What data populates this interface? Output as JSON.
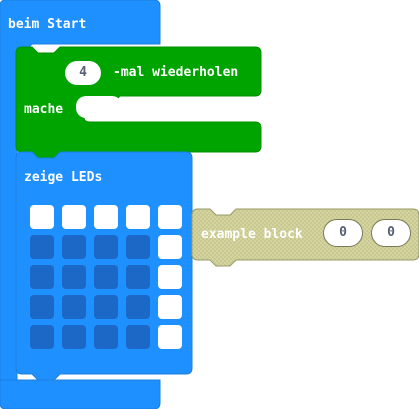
{
  "on_start_block": {
    "label": "beim Start",
    "color": "#1E90FF"
  },
  "repeat_block": {
    "count": "4",
    "label_suffix": "-mal wiederholen",
    "do_label": "mache",
    "color": "#00A400"
  },
  "show_leds_block": {
    "label": "zeige LEDs",
    "color": "#1E90FF",
    "leds": [
      [
        true,
        true,
        true,
        true,
        true
      ],
      [
        false,
        false,
        false,
        false,
        true
      ],
      [
        false,
        false,
        false,
        false,
        true
      ],
      [
        false,
        false,
        false,
        false,
        true
      ],
      [
        false,
        false,
        false,
        false,
        true
      ]
    ]
  },
  "example_block": {
    "label": "example block",
    "arg1": "0",
    "arg2": "0",
    "color": "#d4d4a6"
  }
}
